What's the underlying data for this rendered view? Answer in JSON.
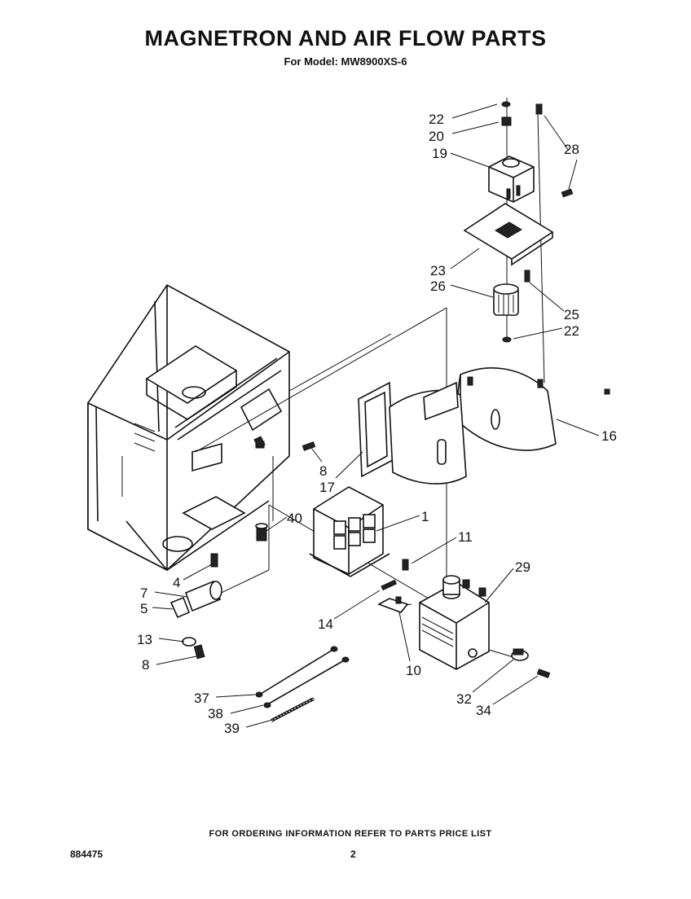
{
  "header": {
    "title": "MAGNETRON AND AIR FLOW PARTS",
    "subtitle": "For Model: MW8900XS-6"
  },
  "callouts": {
    "c22a": "22",
    "c20": "20",
    "c19": "19",
    "c28": "28",
    "c23": "23",
    "c26": "26",
    "c25": "25",
    "c22b": "22",
    "c16": "16",
    "c8a": "8",
    "c17": "17",
    "c40": "40",
    "c1": "1",
    "c11": "11",
    "c29": "29",
    "c4": "4",
    "c7": "7",
    "c5": "5",
    "c13": "13",
    "c8b": "8",
    "c14": "14",
    "c10": "10",
    "c37": "37",
    "c38": "38",
    "c39": "39",
    "c32": "32",
    "c34": "34"
  },
  "footer": {
    "note": "FOR ORDERING INFORMATION REFER TO PARTS PRICE LIST",
    "doc_number": "884475",
    "page_number": "2"
  }
}
